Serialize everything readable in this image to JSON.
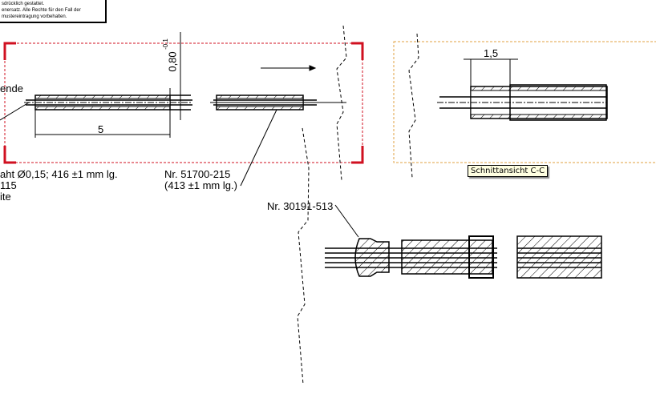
{
  "note": {
    "lines": [
      "",
      "sdrücklich gestattet.",
      "enersatz. Alle Rechte für den Fall der",
      "musterеintragung vorbehalten."
    ]
  },
  "labels": {
    "ende": "ende",
    "wire_spec": "aht Ø0,15; 416 ±1 mm lg.",
    "code_115": "115",
    "ite": "ite",
    "part_51700": "Nr. 51700-215",
    "part_51700_len": "(413 ±1 mm lg.)",
    "part_30191": "Nr. 30191-513"
  },
  "dimensions": {
    "length_5": "5",
    "dia_080": "0,80",
    "tol": "-0,1",
    "length_15": "1,5"
  },
  "tooltip": "Schnittansicht C-C",
  "colors": {
    "selection_red": "#d01020",
    "selection_orange": "#e0a040",
    "tooltip_bg": "#ffffe1"
  }
}
